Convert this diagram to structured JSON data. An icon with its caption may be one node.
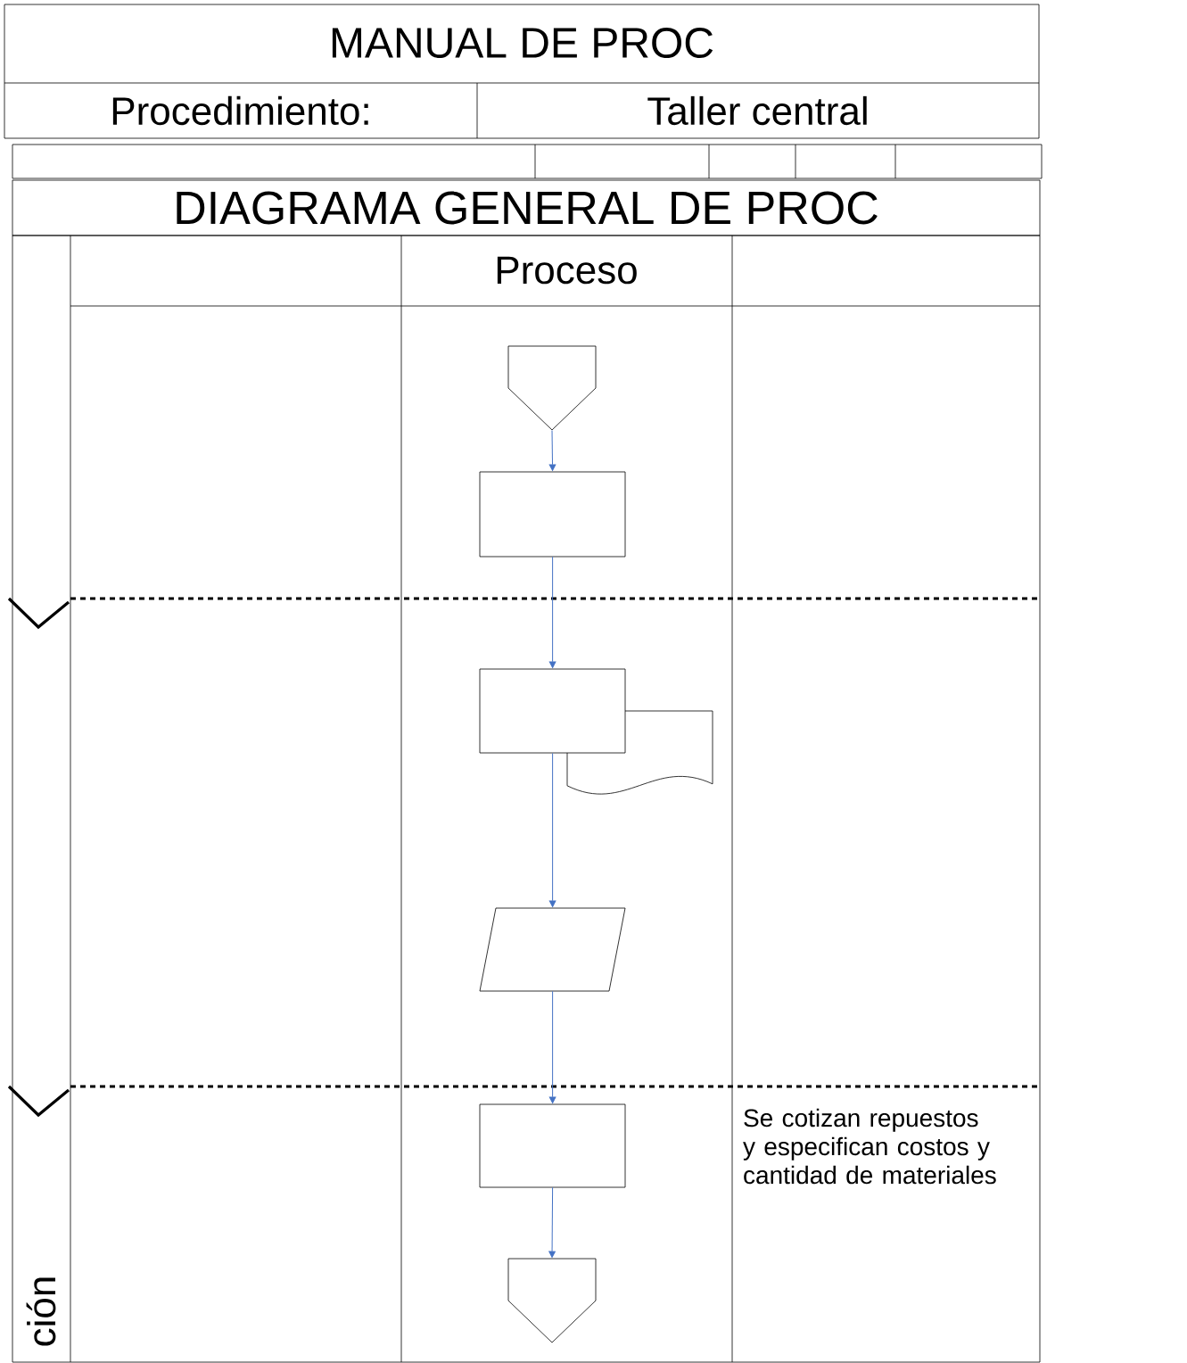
{
  "diagram": {
    "nodes": [
      {
        "text": [],
        "shape": "pentagon"
      },
      {
        "text": [],
        "shape": "box"
      },
      {
        "text": [],
        "shape": "box"
      },
      {
        "text": [],
        "shape": "document"
      },
      {
        "text": [],
        "shape": "parallelogram"
      },
      {
        "text": [],
        "shape": "box"
      },
      {
        "text": [],
        "shape": "pentagon"
      }
    ],
    "edges": [
      {
        "from": 0,
        "to": 1,
        "arrow": "to"
      },
      {
        "from": 1,
        "to": 2,
        "arrow": "to"
      },
      {
        "from": 2,
        "to": 4,
        "arrow": "to"
      },
      {
        "from": 4,
        "to": 5,
        "arrow": "to"
      },
      {
        "from": 5,
        "to": 6,
        "arrow": "to"
      }
    ],
    "labels": [
      "MANUAL DE PROC",
      "Procedimiento:",
      "Taller central",
      "DIAGRAMA GENERAL DE PROC",
      "Proceso",
      "Se cotizan repuestos y especifican costos y cantidad de materiales",
      "ción"
    ]
  }
}
